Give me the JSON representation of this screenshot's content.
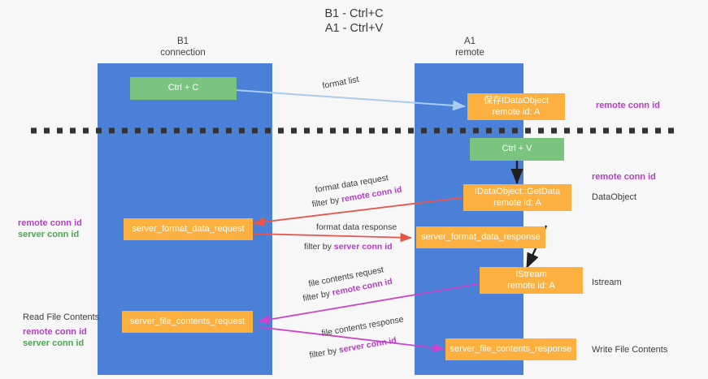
{
  "title": {
    "line1": "B1 - Ctrl+C",
    "line2": "A1 - Ctrl+V"
  },
  "columns": [
    {
      "name": "B1",
      "sub": "connection"
    },
    {
      "name": "A1",
      "sub": "remote"
    }
  ],
  "nodes": {
    "ctrl_c": "Ctrl + C",
    "ctrl_v": "Ctrl + V",
    "data_object_store": "保存IDataObject\nremote id: A",
    "data_object_store_l1": "保存IDataObject",
    "data_object_store_l2": "remote id: A",
    "get_data_l1": "IDataObject::GetData",
    "get_data_l2": "remote id: A",
    "istream_l1": "IStream",
    "istream_l2": "remote id: A",
    "server_format_data_request": "server_format_data_request",
    "server_format_data_response": "server_format_data_response",
    "server_file_contents_request": "server_file_contents_request",
    "server_file_contents_response": "server_file_contents_response"
  },
  "edges": {
    "format_list": "format list",
    "format_data_request": "format data request",
    "format_data_request_filter_prefix": "filter by ",
    "format_data_request_filter_key": "remote conn id",
    "format_data_response": "format data response",
    "format_data_response_filter_prefix": "filter by ",
    "format_data_response_filter_key": "server conn id",
    "file_contents_request": "file contents request",
    "file_contents_request_filter_prefix": "filter by ",
    "file_contents_request_filter_key": "remote conn id",
    "file_contents_response": "file contents response",
    "file_contents_response_filter_prefix": "filter by ",
    "file_contents_response_filter_key": "server conn id"
  },
  "annotations": {
    "right_remote_conn_id_top": "remote conn id",
    "right_remote_conn_id_mid": "remote conn id",
    "right_data_object": "DataObject",
    "right_istream": "Istream",
    "right_write_file_contents": "Write File Contents",
    "left_remote_conn_id": "remote conn id",
    "left_server_conn_id": "server conn id",
    "left_read_file_contents": "Read File Contents",
    "left_remote_conn_id_2": "remote conn id",
    "left_server_conn_id_2": "server conn id"
  },
  "colors": {
    "lane": "#4a80d8",
    "green_node": "#7ac47f",
    "orange_node": "#fbb040",
    "purple_text": "#b23fc4",
    "green_text": "#4aa84f",
    "arrow_blue": "#a9cdf0",
    "arrow_red": "#e8564a",
    "arrow_magenta": "#cc44cc",
    "arrow_black": "#1f1f1f",
    "divider": "#333333",
    "background": "#f7f7f7"
  }
}
